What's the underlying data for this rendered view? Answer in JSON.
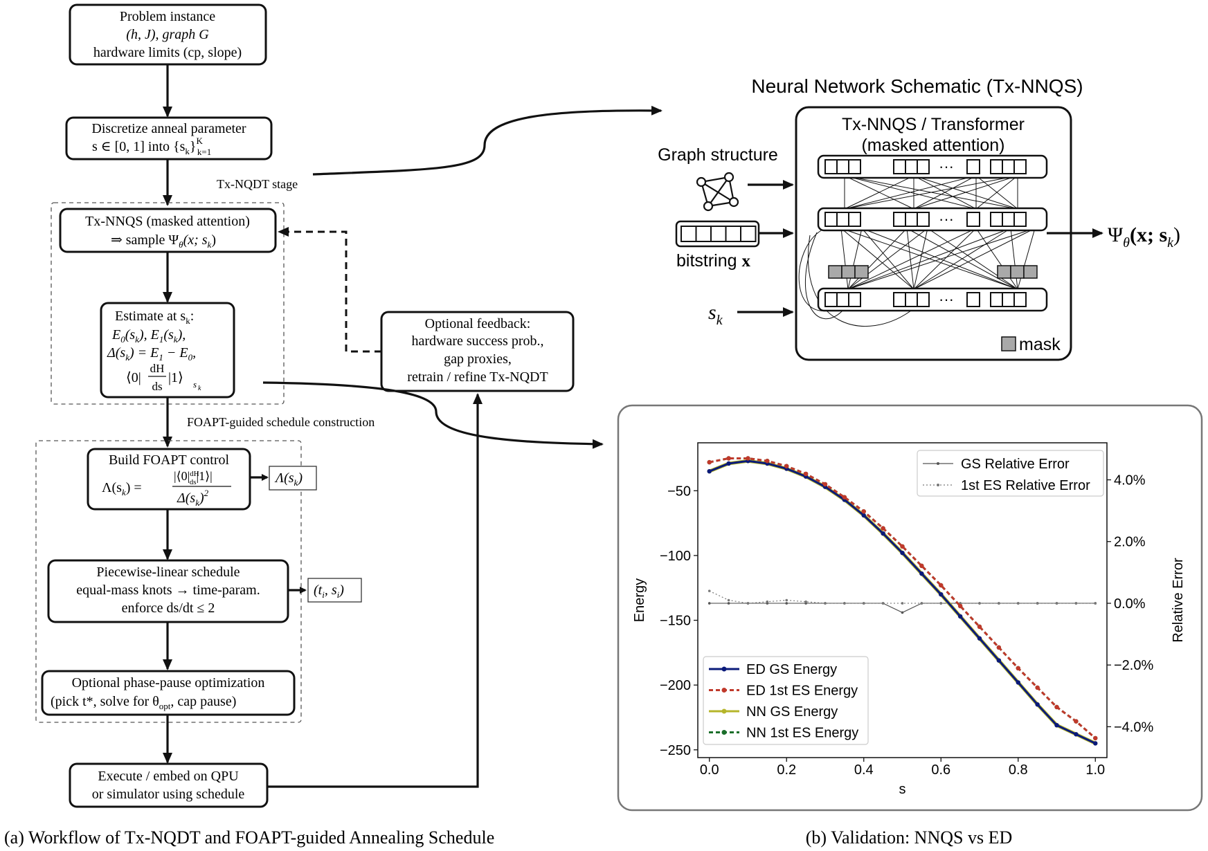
{
  "workflow": {
    "problem": [
      "Problem instance",
      "(h, J), graph G",
      "hardware limits (cp, slope)"
    ],
    "discretize": [
      "Discretize anneal parameter",
      "s ∈ [0, 1] into {s",
      "}",
      "k",
      "k",
      "K",
      "k=1"
    ],
    "stage1_label": "Tx-NQDT stage",
    "txnnqs": [
      "Tx-NNQS (masked attention)",
      "⇒ sample Ψ",
      "θ",
      "(x; s",
      "k",
      ")"
    ],
    "estimate": [
      "Estimate at s",
      "k",
      ":",
      "E",
      "0",
      "(s",
      "k",
      "), E",
      "1",
      "(s",
      "k",
      "),",
      "Δ(s",
      "k",
      ") = E",
      "1",
      " − E",
      "0",
      ",",
      "⟨0|",
      "dH",
      "ds",
      "|1⟩",
      "s",
      "k"
    ],
    "feedback": [
      "Optional feedback:",
      "hardware success prob.,",
      "gap proxies,",
      "retrain / refine Tx-NQDT"
    ],
    "stage2_label": "FOAPT-guided schedule construction",
    "foapt": [
      "Build FOAPT control",
      "Λ(s",
      "k",
      ") =",
      "|⟨0|",
      "dH",
      "ds",
      "|1⟩|",
      "Δ(s",
      "k",
      ")",
      "2"
    ],
    "lambda_out": [
      "Λ(s",
      "k",
      ")"
    ],
    "piecewise": [
      "Piecewise-linear schedule",
      "equal-mass knots → time-param.",
      "enforce ds/dt ≤ 2"
    ],
    "ti_out": "(t",
    "ti_parts": [
      "i",
      ", s",
      "i",
      ")"
    ],
    "phase": [
      "Optional phase-pause optimization",
      "(pick t*, solve for θ",
      "opt",
      ", cap pause)"
    ],
    "execute": [
      "Execute / embed on QPU",
      "or simulator using schedule"
    ],
    "caption": "(a) Workflow of Tx-NQDT and FOAPT-guided Annealing Schedule"
  },
  "schematic": {
    "title": "Neural Network Schematic (Tx-NNQS)",
    "box_title": [
      "Tx-NNQS / Transformer",
      "(masked attention)"
    ],
    "graph_label": "Graph structure",
    "bitstring_label": "bitstring ",
    "bitstring_bold": "x",
    "sk_label": "s",
    "sk_sub": "k",
    "ellipsis": "···",
    "output": [
      "Ψ",
      "θ",
      "(x; s",
      "k",
      ")"
    ],
    "mask_label": "mask",
    "mask_color": "#a9a9a9"
  },
  "chart_data": {
    "type": "line",
    "caption": "(b) Validation: NNQS vs ED",
    "xlabel": "s",
    "ylabel": "Energy",
    "y2label": "Relative Error",
    "xlim": [
      -0.03,
      1.03
    ],
    "ylim": [
      -256,
      -13
    ],
    "y2lim": [
      -5.0,
      5.2
    ],
    "xticks": [
      "0.0",
      "0.2",
      "0.4",
      "0.6",
      "0.8",
      "1.0"
    ],
    "xtick_values": [
      0.0,
      0.2,
      0.4,
      0.6,
      0.8,
      1.0
    ],
    "yticks": [
      "−50",
      "−100",
      "−150",
      "−200",
      "−250"
    ],
    "ytick_values": [
      -50,
      -100,
      -150,
      -200,
      -250
    ],
    "y2ticks": [
      "4.0%",
      "2.0%",
      "0.0%",
      "−2.0%",
      "−4.0%"
    ],
    "y2tick_values": [
      4,
      2,
      0,
      -2,
      -4
    ],
    "x": [
      0.0,
      0.05,
      0.1,
      0.15,
      0.2,
      0.25,
      0.3,
      0.35,
      0.4,
      0.45,
      0.5,
      0.55,
      0.6,
      0.65,
      0.7,
      0.75,
      0.8,
      0.85,
      0.9,
      0.95,
      1.0
    ],
    "series": [
      {
        "name": "ED GS Energy",
        "color": "#0a1a7a",
        "dash": "",
        "values": [
          -35,
          -29,
          -27,
          -29,
          -33,
          -39,
          -47,
          -57,
          -69,
          -83,
          -98,
          -114,
          -130,
          -147,
          -164,
          -181,
          -198,
          -215,
          -231,
          -238,
          -245
        ]
      },
      {
        "name": "ED 1st ES Energy",
        "color": "#c0392b",
        "dash": "6 4",
        "values": [
          -28,
          -25,
          -25,
          -27,
          -31,
          -37,
          -45,
          -55,
          -66,
          -79,
          -93,
          -108,
          -123,
          -139,
          -155,
          -171,
          -187,
          -202,
          -217,
          -228,
          -241
        ]
      },
      {
        "name": "NN GS Energy",
        "color": "#b5b52a",
        "dash": "",
        "values": [
          -35,
          -29,
          -27,
          -29,
          -33,
          -39,
          -47,
          -57,
          -69,
          -83,
          -98,
          -114,
          -130,
          -147,
          -164,
          -181,
          -198,
          -215,
          -231,
          -238,
          -245
        ]
      },
      {
        "name": "NN 1st ES Energy",
        "color": "#1a6e2a",
        "dash": "6 4",
        "values": [
          -28,
          -25,
          -25,
          -27,
          -31,
          -37,
          -45,
          -55,
          -66,
          -79,
          -93,
          -108,
          -123,
          -139,
          -155,
          -171,
          -187,
          -202,
          -217,
          -228,
          -241
        ]
      },
      {
        "name": "GS Relative Error",
        "axis": "right",
        "color": "#555555",
        "dash": "",
        "values": [
          0.0,
          0.0,
          0.0,
          0.0,
          0.0,
          0.0,
          0.0,
          0.0,
          0.0,
          0.0,
          -0.3,
          0.0,
          0.0,
          0.0,
          0.0,
          0.0,
          0.0,
          0.0,
          0.0,
          0.0,
          0.0
        ]
      },
      {
        "name": "1st ES Relative Error",
        "axis": "right",
        "color": "#777777",
        "dash": "2 3",
        "values": [
          0.4,
          0.1,
          0.0,
          0.05,
          0.1,
          0.05,
          0.0,
          0.0,
          0.0,
          0.0,
          0.0,
          0.0,
          0.0,
          0.0,
          0.0,
          0.0,
          0.0,
          0.0,
          0.0,
          0.0,
          0.0
        ]
      }
    ]
  }
}
